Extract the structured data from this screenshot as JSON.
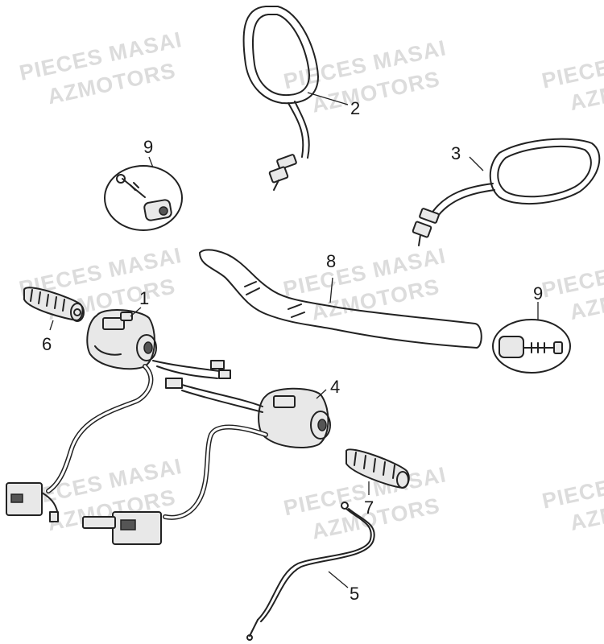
{
  "watermark": {
    "line1": "PIECES MASAI",
    "line2": "AZMOTORS"
  },
  "callouts": {
    "c1": "1",
    "c2": "2",
    "c3": "3",
    "c4": "4",
    "c5": "5",
    "c6": "6",
    "c7": "7",
    "c8": "8",
    "c9a": "9",
    "c9b": "9"
  },
  "parts": [
    {
      "ref": "1",
      "name": "left switch housing"
    },
    {
      "ref": "2",
      "name": "left mirror"
    },
    {
      "ref": "3",
      "name": "right mirror"
    },
    {
      "ref": "4",
      "name": "right switch housing"
    },
    {
      "ref": "5",
      "name": "throttle cable"
    },
    {
      "ref": "6",
      "name": "left grip"
    },
    {
      "ref": "7",
      "name": "right grip"
    },
    {
      "ref": "8",
      "name": "handlebar"
    },
    {
      "ref": "9",
      "name": "bar end weight"
    }
  ],
  "colors": {
    "line": "#222222",
    "watermark": "#dcdcdc",
    "background": "#ffffff"
  }
}
